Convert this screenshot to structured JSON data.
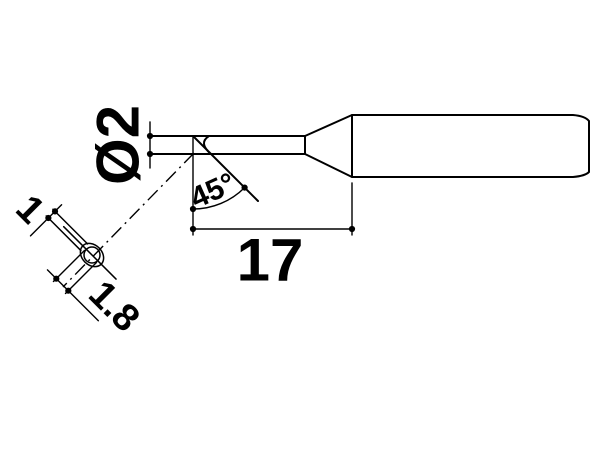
{
  "drawing": {
    "type": "technical-dimension-drawing",
    "subject": "soldering-iron-tip-side-view-with-face-detail",
    "labels": {
      "shaft_diameter": "Ø2",
      "bevel_angle": "45°",
      "tip_length": "17",
      "detail_width": "1",
      "detail_face_length": "1.8"
    },
    "colors": {
      "line": "#000000",
      "background": "#ffffff"
    }
  }
}
